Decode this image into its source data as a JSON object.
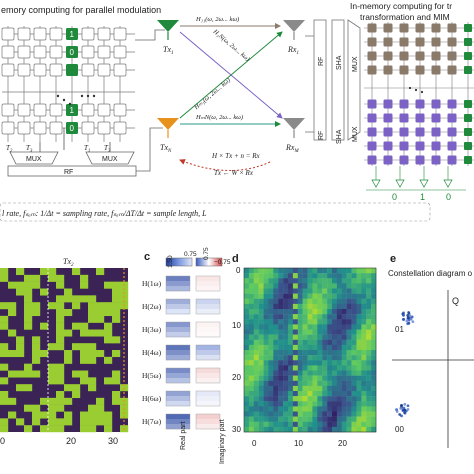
{
  "top": {
    "title_left": "emory computing for parallel modulation",
    "title_right_line1": "In-memory computing for tr",
    "title_right_line2": "transformation and MIM",
    "mux_label": "MUX",
    "rf_label": "RF",
    "tx1_label": "Tx",
    "tx1_sub": "1",
    "txn_label": "Tx",
    "txn_sub": "N",
    "rx1_label": "Rx",
    "rx1_sub": "1",
    "rxm_label": "Rx",
    "rxm_sub": "M",
    "sha_label": "SHA",
    "t2_label": "T",
    "t2_sub": "2",
    "t3_label": "T",
    "t3_sub": "3",
    "t1_label": "T",
    "t1_sub": "1",
    "cell_values": [
      "1",
      "0",
      "1",
      "0"
    ],
    "bottom_digits": [
      "0",
      "1"
    ],
    "h11_label": "H₁₁(ω, 2ω... kω)",
    "h1n_label": "H₁N(ω, 2ω... kω)",
    "hm1_label": "Hₘ₁(ω, 2ω... kω)",
    "hmn_label": "HₘN(ω, 2ω... kω)",
    "eq1": "H × Tx + n = Rx",
    "eq2": "Tx ← W × Rx",
    "caption": "l rate, fₛₐₘ: 1/Δt = sampling rate, fₛₐₘ/ΔT/Δt = sample length, L",
    "colors": {
      "green": "#1f8a3c",
      "orange": "#e8921e",
      "grey": "#8a8a8a",
      "purple": "#7b62c4",
      "brown": "#8a7a6a",
      "red": "#c0392b",
      "teal": "#2a9a8a"
    }
  },
  "panel_b": {
    "title": "Tx",
    "title_sub": "2",
    "x_ticks": [
      "0",
      "20",
      "30"
    ],
    "colors": {
      "on": "#9acd32",
      "off": "#3b2455"
    }
  },
  "panel_c": {
    "letter": "c",
    "colorbar_left_ticks": [
      "1.50",
      "0.75"
    ],
    "colorbar_right_ticks": [
      "0.75",
      "−0.75"
    ],
    "row_labels": [
      "H(1ω)",
      "H(2ω)",
      "H(3ω)",
      "H(4ω)",
      "H(5ω)",
      "H(6ω)",
      "H(7ω)"
    ],
    "col_labels": [
      "Real part",
      "Imaginary part"
    ],
    "real_values": [
      1.2,
      1.0,
      1.1,
      1.25,
      1.15,
      1.05,
      1.3
    ],
    "imag_values": [
      0.1,
      -0.2,
      0.05,
      -0.35,
      0.15,
      -0.1,
      0.2
    ]
  },
  "panel_d": {
    "letter": "d",
    "y_ticks": [
      "0",
      "10",
      "20",
      "30"
    ],
    "x_ticks": [
      "0",
      "10",
      "20"
    ]
  },
  "panel_e": {
    "letter": "e",
    "title": "Constellation diagram o",
    "axis_label": "Q",
    "points": [
      "01",
      "00"
    ]
  }
}
